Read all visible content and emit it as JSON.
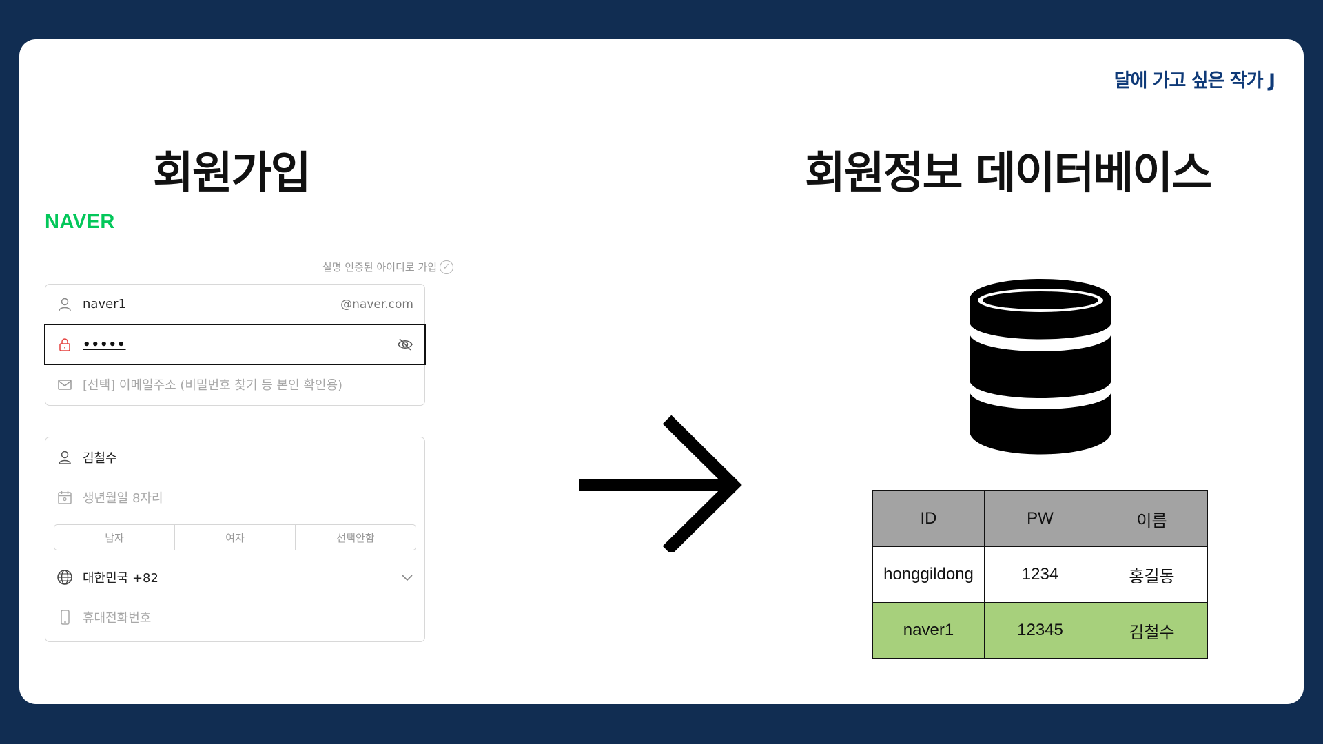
{
  "author": "달에 가고 싶은 작가 J",
  "left_title": "회원가입",
  "right_title": "회원정보 데이터베이스",
  "naver_logo": "NAVER",
  "signup_form": {
    "verify_link": "실명 인증된 아이디로 가입",
    "id_value": "naver1",
    "id_suffix": "@naver.com",
    "password_value": "•••••",
    "email_placeholder": "[선택] 이메일주소 (비밀번호 찾기 등 본인 확인용)",
    "name_value": "김철수",
    "birth_placeholder": "생년월일 8자리",
    "gender_options": [
      "남자",
      "여자",
      "선택안함"
    ],
    "country_value": "대한민국 +82",
    "phone_placeholder": "휴대전화번호"
  },
  "db_table": {
    "headers": [
      "ID",
      "PW",
      "이름"
    ],
    "rows": [
      [
        "honggildong",
        "1234",
        "홍길동"
      ],
      [
        "naver1",
        "12345",
        "김철수"
      ]
    ],
    "highlight_color": "#a7d07c",
    "header_color": "#a3a3a3"
  },
  "colors": {
    "background": "#112d52",
    "naver_green": "#03c75a",
    "author_blue": "#0f3a78"
  },
  "icons": [
    "user-icon",
    "lock-icon",
    "eye-off-icon",
    "mail-icon",
    "calendar-icon",
    "globe-icon",
    "chevron-down-icon",
    "phone-icon",
    "check-circle-icon",
    "arrow-right-icon",
    "database-icon"
  ]
}
